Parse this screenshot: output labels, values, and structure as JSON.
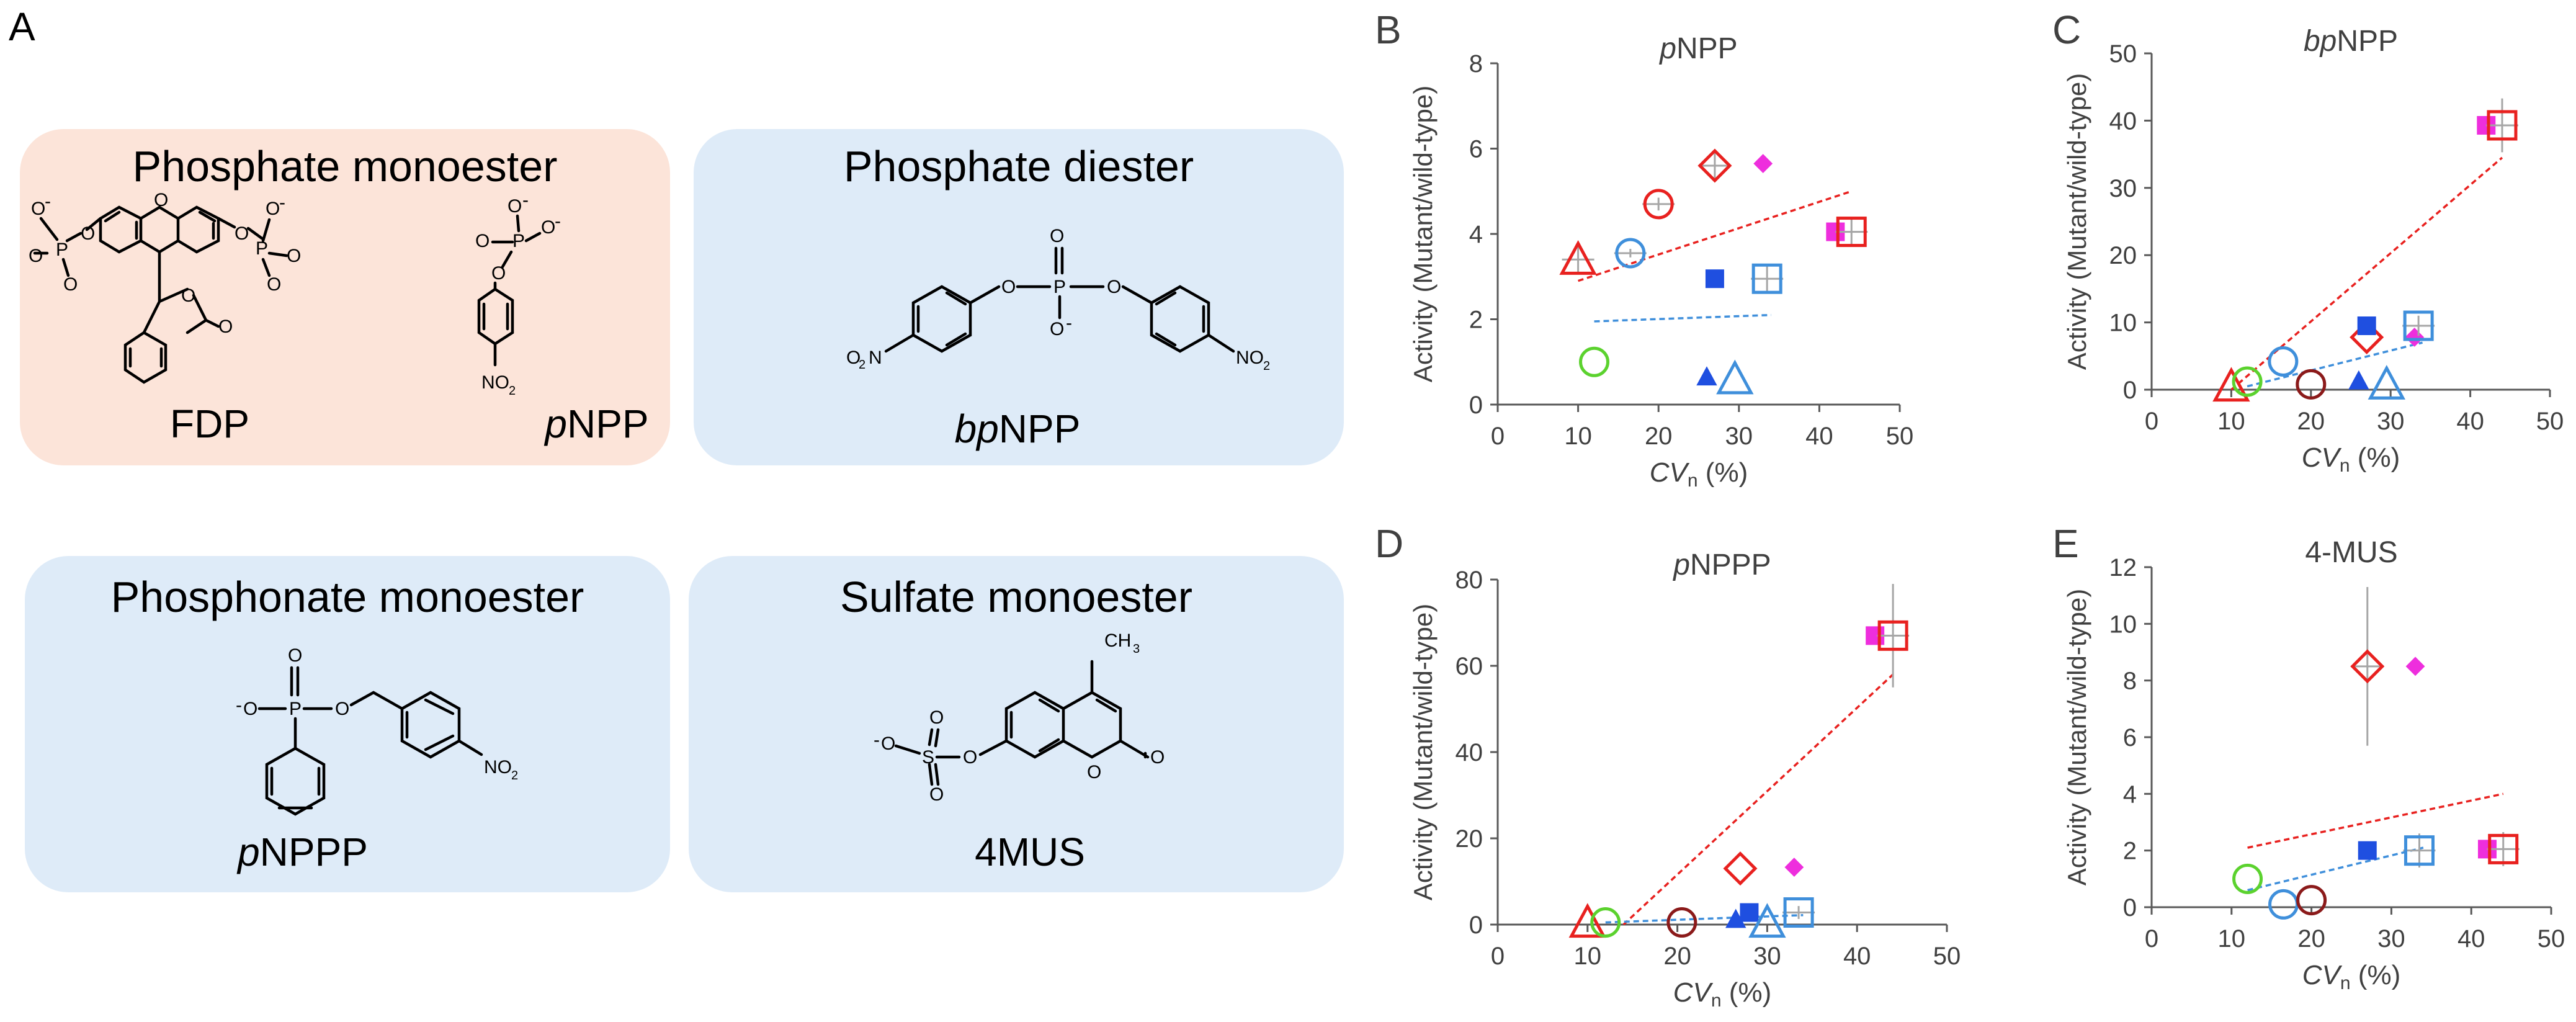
{
  "panel_a": {
    "letter": "A",
    "boxes": [
      {
        "title": "Phosphate monoester",
        "compounds": [
          {
            "label": "FDP"
          },
          {
            "label_italic": "p",
            "label_rest": "NPP"
          }
        ]
      },
      {
        "title": "Phosphate diester",
        "compounds": [
          {
            "label_italic": "bp",
            "label_rest": "NPP"
          }
        ]
      },
      {
        "title": "Phosphonate monoester",
        "compounds": [
          {
            "label_italic": "p",
            "label_rest": "NPPP"
          }
        ]
      },
      {
        "title": "Sulfate monoester",
        "compounds": [
          {
            "label": "4MUS"
          }
        ]
      }
    ],
    "atoms": {
      "oxygen": "O",
      "phosphorus": "P",
      "sulfur": "S",
      "minus": "-",
      "nitro": "NO",
      "nitro_left": "O",
      "nitro_left_rest": "N",
      "sub_2": "2",
      "methyl": "CH",
      "sub_3": "3"
    },
    "colors": {
      "pink_box": "#FCE4D9",
      "blue_box": "#DEEBF8"
    }
  },
  "chart_data": [
    {
      "letter": "B",
      "type": "scatter",
      "title_italic": "p",
      "title_rest": "NPP",
      "ylabel": "Activity (Mutant/wild-type)",
      "xlabel_italic": "CV",
      "xlabel_sub": "n",
      "xlabel_rest": " (%)",
      "xlim": [
        0,
        50
      ],
      "ylim": [
        0,
        8
      ],
      "xticks": [
        0,
        10,
        20,
        30,
        40,
        50
      ],
      "yticks": [
        0,
        2,
        4,
        6,
        8
      ],
      "points": [
        {
          "x": 10,
          "y": 3.4,
          "marker": "triangle-open",
          "color": "#E8211F",
          "err": 0.3
        },
        {
          "x": 12,
          "y": 1.0,
          "marker": "circle-open",
          "color": "#5BD22E",
          "err": 0
        },
        {
          "x": 16.5,
          "y": 3.55,
          "marker": "circle-open",
          "color": "#3F8FDB",
          "err": 0.1
        },
        {
          "x": 20,
          "y": 4.7,
          "marker": "circle-open",
          "color": "#E8211F",
          "err": 0.15
        },
        {
          "x": 27,
          "y": 5.6,
          "marker": "diamond-open",
          "color": "#E8211F",
          "err": 0.3
        },
        {
          "x": 33,
          "y": 5.65,
          "marker": "diamond-filled",
          "color": "#EE2EDD",
          "err": 0
        },
        {
          "x": 26,
          "y": 0.65,
          "marker": "triangle-filled",
          "color": "#1F4FE0",
          "err": 0
        },
        {
          "x": 29.5,
          "y": 0.6,
          "marker": "triangle-open",
          "color": "#3F8FDB",
          "err": 0
        },
        {
          "x": 27,
          "y": 2.95,
          "marker": "square-filled",
          "color": "#1F4FE0",
          "err": 0
        },
        {
          "x": 33.5,
          "y": 2.95,
          "marker": "square-open",
          "color": "#3F8FDB",
          "err": 0.3
        },
        {
          "x": 42,
          "y": 4.05,
          "marker": "square-filled",
          "color": "#EE2EDD",
          "err": 0
        },
        {
          "x": 44,
          "y": 4.05,
          "marker": "square-open",
          "color": "#E8211F",
          "err": 0.3
        }
      ],
      "trendlines": [
        {
          "color": "#E8211F",
          "x": [
            10,
            44
          ],
          "y": [
            2.9,
            5.0
          ]
        },
        {
          "color": "#3F8FDB",
          "x": [
            12,
            34
          ],
          "y": [
            1.95,
            2.1
          ]
        }
      ]
    },
    {
      "letter": "C",
      "type": "scatter",
      "title_italic": "bp",
      "title_rest": "NPP",
      "ylabel": "Activity (Mutant/wild-type)",
      "xlabel_italic": "CV",
      "xlabel_sub": "n",
      "xlabel_rest": " (%)",
      "xlim": [
        0,
        50
      ],
      "ylim": [
        0,
        50
      ],
      "xticks": [
        0,
        10,
        20,
        30,
        40,
        50
      ],
      "yticks": [
        0,
        10,
        20,
        30,
        40,
        50
      ],
      "points": [
        {
          "x": 10,
          "y": 0.5,
          "marker": "triangle-open",
          "color": "#E8211F",
          "err": 0
        },
        {
          "x": 12,
          "y": 1.2,
          "marker": "circle-open",
          "color": "#5BD22E",
          "err": 0
        },
        {
          "x": 16.5,
          "y": 4.2,
          "marker": "circle-open",
          "color": "#3F8FDB",
          "err": 0
        },
        {
          "x": 20,
          "y": 0.8,
          "marker": "circle-open",
          "color": "#8B1A1A",
          "err": 0
        },
        {
          "x": 27,
          "y": 7.8,
          "marker": "diamond-open",
          "color": "#E8211F",
          "err": 0
        },
        {
          "x": 33,
          "y": 7.8,
          "marker": "diamond-filled",
          "color": "#EE2EDD",
          "err": 0
        },
        {
          "x": 26,
          "y": 1.3,
          "marker": "triangle-filled",
          "color": "#1F4FE0",
          "err": 0
        },
        {
          "x": 29.5,
          "y": 0.8,
          "marker": "triangle-open",
          "color": "#3F8FDB",
          "err": 0
        },
        {
          "x": 27,
          "y": 9.5,
          "marker": "square-filled",
          "color": "#1F4FE0",
          "err": 0
        },
        {
          "x": 33.5,
          "y": 9.5,
          "marker": "square-open",
          "color": "#3F8FDB",
          "err": 1.5
        },
        {
          "x": 42,
          "y": 39.3,
          "marker": "square-filled",
          "color": "#EE2EDD",
          "err": 0
        },
        {
          "x": 44,
          "y": 39.3,
          "marker": "square-open",
          "color": "#E8211F",
          "err": 4
        }
      ],
      "trendlines": [
        {
          "color": "#E8211F",
          "x": [
            10,
            44
          ],
          "y": [
            0,
            34.5
          ]
        },
        {
          "color": "#3F8FDB",
          "x": [
            12,
            34
          ],
          "y": [
            0.5,
            7
          ]
        }
      ]
    },
    {
      "letter": "D",
      "type": "scatter",
      "title_italic": "p",
      "title_rest": "NPPP",
      "ylabel": "Activity (Mutant/wild-type)",
      "xlabel_italic": "CV",
      "xlabel_sub": "n",
      "xlabel_rest": " (%)",
      "xlim": [
        0,
        50
      ],
      "ylim": [
        0,
        80
      ],
      "xticks": [
        0,
        10,
        20,
        30,
        40,
        50
      ],
      "yticks": [
        0,
        20,
        40,
        60,
        80
      ],
      "points": [
        {
          "x": 10,
          "y": 0.5,
          "marker": "triangle-open",
          "color": "#E8211F",
          "err": 0
        },
        {
          "x": 12,
          "y": 0.5,
          "marker": "circle-open",
          "color": "#5BD22E",
          "err": 0
        },
        {
          "x": 20.5,
          "y": 0.5,
          "marker": "circle-open",
          "color": "#8B1A1A",
          "err": 0
        },
        {
          "x": 27,
          "y": 13,
          "marker": "diamond-open",
          "color": "#E8211F",
          "err": 0
        },
        {
          "x": 33,
          "y": 13.3,
          "marker": "diamond-filled",
          "color": "#EE2EDD",
          "err": 0
        },
        {
          "x": 26.5,
          "y": 1.2,
          "marker": "triangle-filled",
          "color": "#1F4FE0",
          "err": 0
        },
        {
          "x": 28,
          "y": 2.8,
          "marker": "square-filled",
          "color": "#1F4FE0",
          "err": 0
        },
        {
          "x": 30,
          "y": 0.5,
          "marker": "triangle-open",
          "color": "#3F8FDB",
          "err": 0
        },
        {
          "x": 33.5,
          "y": 2.8,
          "marker": "square-open",
          "color": "#3F8FDB",
          "err": 1.5
        },
        {
          "x": 42,
          "y": 67,
          "marker": "square-filled",
          "color": "#EE2EDD",
          "err": 0
        },
        {
          "x": 44,
          "y": 67,
          "marker": "square-open",
          "color": "#E8211F",
          "err": 12
        }
      ],
      "trendlines": [
        {
          "color": "#E8211F",
          "x": [
            14,
            44
          ],
          "y": [
            0,
            58
          ]
        },
        {
          "color": "#3F8FDB",
          "x": [
            12,
            34
          ],
          "y": [
            0.5,
            2.2
          ]
        }
      ]
    },
    {
      "letter": "E",
      "type": "scatter",
      "title": "4-MUS",
      "ylabel": "Activity (Mutant/wild-type)",
      "xlabel_italic": "CV",
      "xlabel_sub": "n",
      "xlabel_rest": " (%)",
      "xlim": [
        0,
        50
      ],
      "ylim": [
        0,
        12
      ],
      "xticks": [
        0,
        10,
        20,
        30,
        40,
        50
      ],
      "yticks": [
        0,
        2,
        4,
        6,
        8,
        10,
        12
      ],
      "points": [
        {
          "x": 12,
          "y": 1.0,
          "marker": "circle-open",
          "color": "#5BD22E",
          "err": 0
        },
        {
          "x": 16.5,
          "y": 0.1,
          "marker": "circle-open",
          "color": "#3F8FDB",
          "err": 0
        },
        {
          "x": 20,
          "y": 0.25,
          "marker": "circle-open",
          "color": "#8B1A1A",
          "err": 0
        },
        {
          "x": 27,
          "y": 8.5,
          "marker": "diamond-open",
          "color": "#E8211F",
          "err": 2.8
        },
        {
          "x": 33,
          "y": 8.5,
          "marker": "diamond-filled",
          "color": "#EE2EDD",
          "err": 0
        },
        {
          "x": 27,
          "y": 2.0,
          "marker": "square-filled",
          "color": "#1F4FE0",
          "err": 0
        },
        {
          "x": 33.5,
          "y": 2.0,
          "marker": "square-open",
          "color": "#3F8FDB",
          "err": 0.6
        },
        {
          "x": 42,
          "y": 2.05,
          "marker": "square-filled",
          "color": "#EE2EDD",
          "err": 0
        },
        {
          "x": 44,
          "y": 2.05,
          "marker": "square-open",
          "color": "#E8211F",
          "err": 0.6
        }
      ],
      "trendlines": [
        {
          "color": "#E8211F",
          "x": [
            12,
            44
          ],
          "y": [
            2.1,
            4.0
          ]
        },
        {
          "color": "#3F8FDB",
          "x": [
            12,
            34
          ],
          "y": [
            0.6,
            2.1
          ]
        }
      ]
    }
  ]
}
